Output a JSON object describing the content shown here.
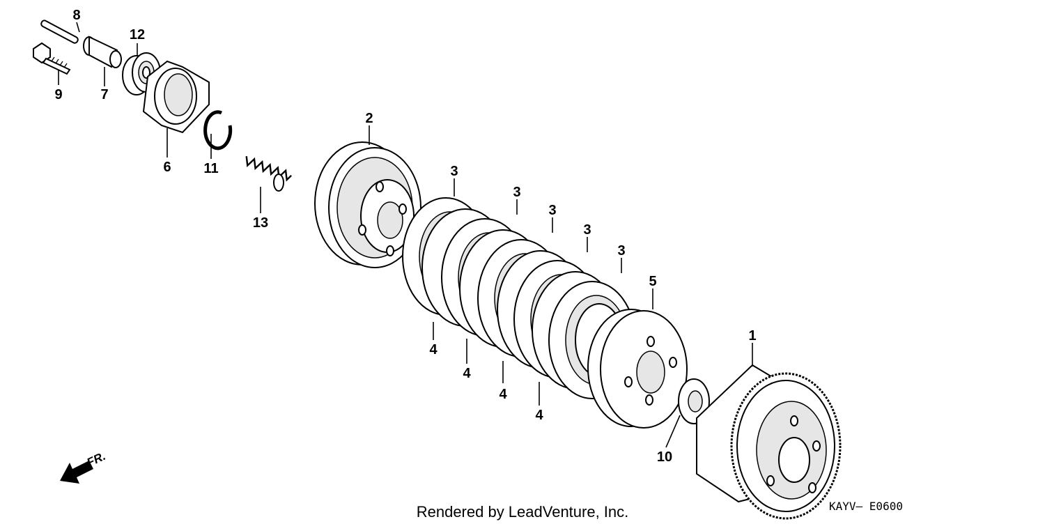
{
  "diagram": {
    "callouts": [
      {
        "id": "c1",
        "label": "1"
      },
      {
        "id": "c2",
        "label": "2"
      },
      {
        "id": "c3a",
        "label": "3"
      },
      {
        "id": "c3b",
        "label": "3"
      },
      {
        "id": "c3c",
        "label": "3"
      },
      {
        "id": "c3d",
        "label": "3"
      },
      {
        "id": "c3e",
        "label": "3"
      },
      {
        "id": "c4a",
        "label": "4"
      },
      {
        "id": "c4b",
        "label": "4"
      },
      {
        "id": "c4c",
        "label": "4"
      },
      {
        "id": "c4d",
        "label": "4"
      },
      {
        "id": "c5",
        "label": "5"
      },
      {
        "id": "c6",
        "label": "6"
      },
      {
        "id": "c7",
        "label": "7"
      },
      {
        "id": "c8",
        "label": "8"
      },
      {
        "id": "c9",
        "label": "9"
      },
      {
        "id": "c10",
        "label": "10"
      },
      {
        "id": "c11",
        "label": "11"
      },
      {
        "id": "c12",
        "label": "12"
      },
      {
        "id": "c13",
        "label": "13"
      }
    ],
    "direction_label": "FR.",
    "footer": {
      "credit": "Rendered by LeadVenture, Inc.",
      "code": "KAYV— E0600"
    }
  }
}
